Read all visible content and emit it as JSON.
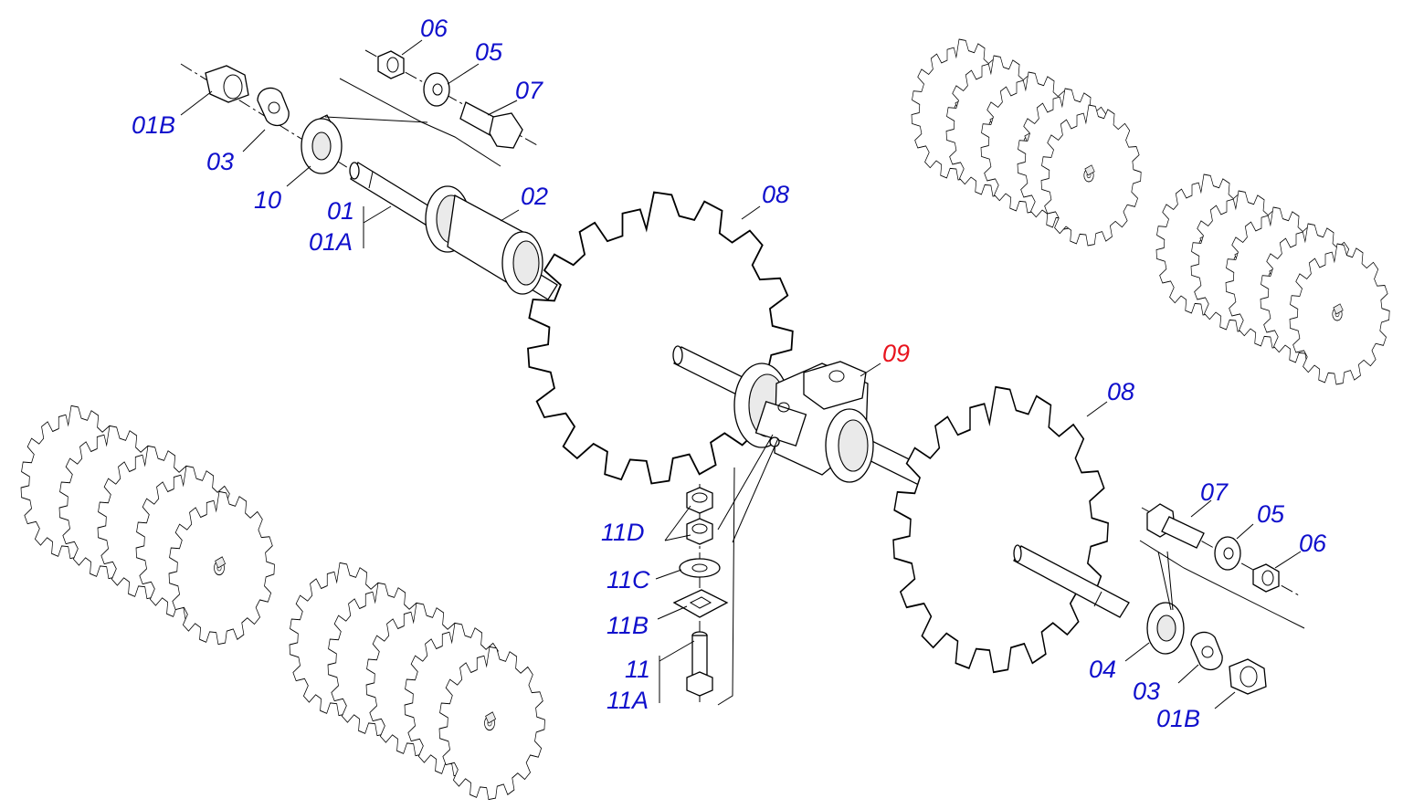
{
  "colors": {
    "callout": "#1010cc",
    "highlight": "#e8141e",
    "line": "#000000",
    "background": "#ffffff"
  },
  "callouts": {
    "c06_top": "06",
    "c05_top": "05",
    "c07_top": "07",
    "c01b_top": "01B",
    "c03_top": "03",
    "c10": "10",
    "c01": "01",
    "c01a": "01A",
    "c02": "02",
    "c08_upper": "08",
    "c09": "09",
    "c08_right": "08",
    "c07_right": "07",
    "c05_right": "05",
    "c06_right": "06",
    "c04": "04",
    "c03_right": "03",
    "c01b_right": "01B",
    "c11d": "11D",
    "c11c": "11C",
    "c11b": "11B",
    "c11": "11",
    "c11a": "11A"
  }
}
